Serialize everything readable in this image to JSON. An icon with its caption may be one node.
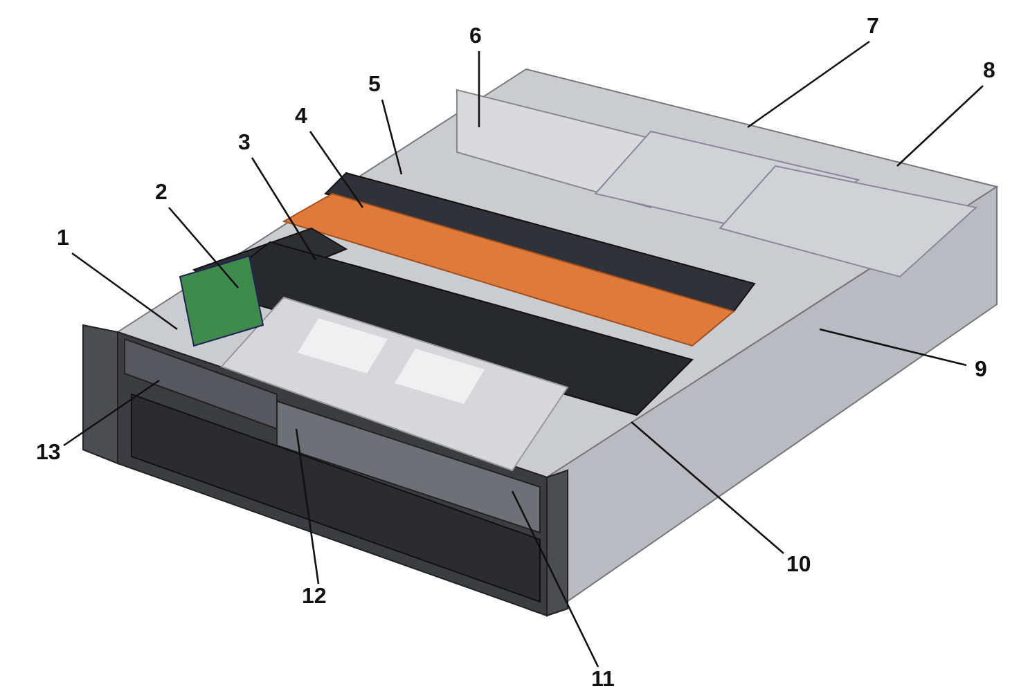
{
  "diagram": {
    "nodes": [
      {
        "text": [
          "1"
        ]
      },
      {
        "text": [
          "2"
        ]
      },
      {
        "text": [
          "3"
        ]
      },
      {
        "text": [
          "4"
        ]
      },
      {
        "text": [
          "5"
        ]
      },
      {
        "text": [
          "6"
        ]
      },
      {
        "text": [
          "7"
        ]
      },
      {
        "text": [
          "8"
        ]
      },
      {
        "text": [
          "9"
        ]
      },
      {
        "text": [
          "10"
        ]
      },
      {
        "text": [
          "11"
        ]
      },
      {
        "text": [
          "12"
        ]
      },
      {
        "text": [
          "13"
        ]
      }
    ],
    "edges": [
      {
        "from": 0,
        "to": null,
        "arrow": "none"
      },
      {
        "from": 1,
        "to": null,
        "arrow": "none"
      },
      {
        "from": 2,
        "to": null,
        "arrow": "none"
      },
      {
        "from": 3,
        "to": null,
        "arrow": "none"
      },
      {
        "from": 4,
        "to": null,
        "arrow": "none"
      },
      {
        "from": 5,
        "to": null,
        "arrow": "none"
      },
      {
        "from": 6,
        "to": null,
        "arrow": "none"
      },
      {
        "from": 7,
        "to": null,
        "arrow": "none"
      },
      {
        "from": 8,
        "to": null,
        "arrow": "none"
      },
      {
        "from": 9,
        "to": null,
        "arrow": "none"
      },
      {
        "from": 10,
        "to": null,
        "arrow": "none"
      },
      {
        "from": 11,
        "to": null,
        "arrow": "none"
      },
      {
        "from": 12,
        "to": null,
        "arrow": "none"
      }
    ]
  }
}
